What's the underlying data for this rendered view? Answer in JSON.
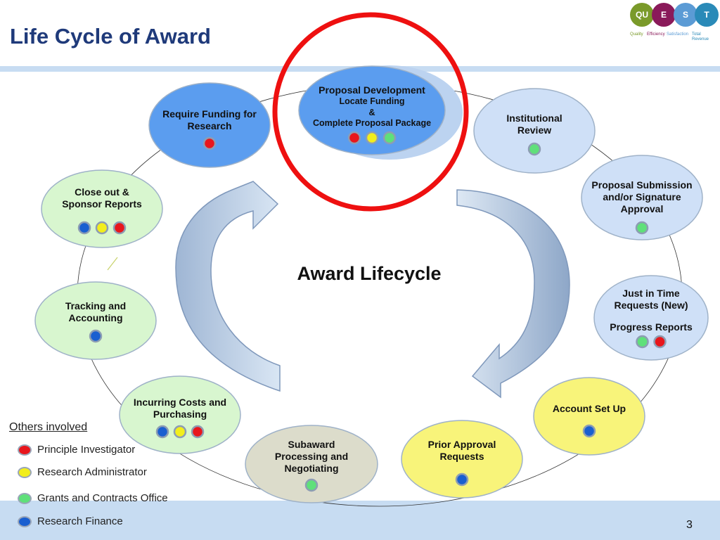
{
  "title": "Life Cycle of Award",
  "center_label": "Award Lifecycle",
  "page_number": "3",
  "logo": {
    "letters": [
      "QU",
      "E",
      "S",
      "T"
    ],
    "captions": [
      "Quality",
      "Efficiency",
      "Satisfaction",
      "Total Revenue"
    ],
    "colors": [
      "#7a9a2a",
      "#8a1a5a",
      "#5b9bd5",
      "#2a8ab8"
    ]
  },
  "colors": {
    "red": "#e8161c",
    "yellow": "#f2ee1c",
    "green": "#5fe07a",
    "blue": "#1a5fd0",
    "title": "#1f3a7a",
    "highlight_ring": "#ee1010"
  },
  "nodes": [
    {
      "lines": [
        "Proposal Development",
        "Locate Funding",
        "&",
        "Complete Proposal Package"
      ],
      "dots": [
        "red",
        "yellow",
        "green"
      ]
    },
    {
      "lines": [
        "Institutional",
        "Review"
      ],
      "dots": [
        "green"
      ]
    },
    {
      "lines": [
        "Proposal Submission",
        "and/or Signature",
        "Approval"
      ],
      "dots": [
        "green"
      ]
    },
    {
      "lines": [
        "Just in Time",
        "Requests (New)",
        "Progress Reports"
      ],
      "dots": [
        "green",
        "red"
      ]
    },
    {
      "lines": [
        "Account Set Up"
      ],
      "dots": [
        "blue"
      ]
    },
    {
      "lines": [
        "Prior Approval",
        "Requests"
      ],
      "dots": [
        "blue"
      ]
    },
    {
      "lines": [
        "Subaward",
        "Processing and",
        "Negotiating"
      ],
      "dots": [
        "green"
      ]
    },
    {
      "lines": [
        "Incurring Costs and",
        "Purchasing"
      ],
      "dots": [
        "blue",
        "yellow",
        "red"
      ]
    },
    {
      "lines": [
        "Tracking and",
        "Accounting"
      ],
      "dots": [
        "blue"
      ]
    },
    {
      "lines": [
        "Close out &",
        "Sponsor Reports"
      ],
      "dots": [
        "blue",
        "yellow",
        "red"
      ]
    },
    {
      "lines": [
        "Require Funding for",
        "Research"
      ],
      "dots": [
        "red"
      ]
    }
  ],
  "legend": {
    "title": "Others involved",
    "items": [
      {
        "label": "Principle Investigator",
        "color": "red"
      },
      {
        "label": "Research Administrator",
        "color": "yellow"
      },
      {
        "label": "Grants and Contracts Office",
        "color": "green"
      },
      {
        "label": "Research Finance",
        "color": "blue"
      }
    ]
  }
}
